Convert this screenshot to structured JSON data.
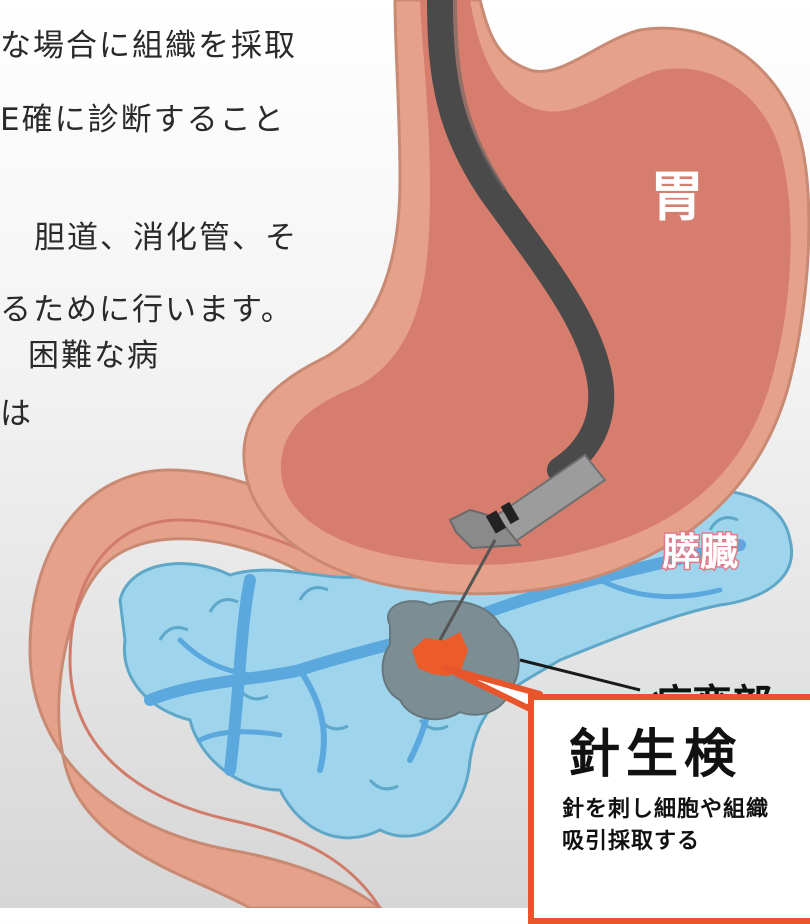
{
  "text_lines": [
    "な場合に組織を採取",
    "E確に診断すること",
    "胆道、消化管、そ",
    "るために行います。",
    "困難な病",
    "は"
  ],
  "labels": {
    "stomach": "胃",
    "pancreas": "膵臓",
    "lesion": "病変部"
  },
  "callout": {
    "title": "針生検",
    "desc_line1": "針を刺し細胞や組織",
    "desc_line2": "吸引採取する"
  },
  "colors": {
    "stomach_wall": "#e6a18a",
    "stomach_inner": "#d67d6d",
    "pancreas": "#9fd5ec",
    "duct": "#5aa8de",
    "lesion": "#7c8e94",
    "lesion_core": "#ec5b2a",
    "endoscope": "#4a4a4a",
    "callout_border": "#e8552b"
  }
}
